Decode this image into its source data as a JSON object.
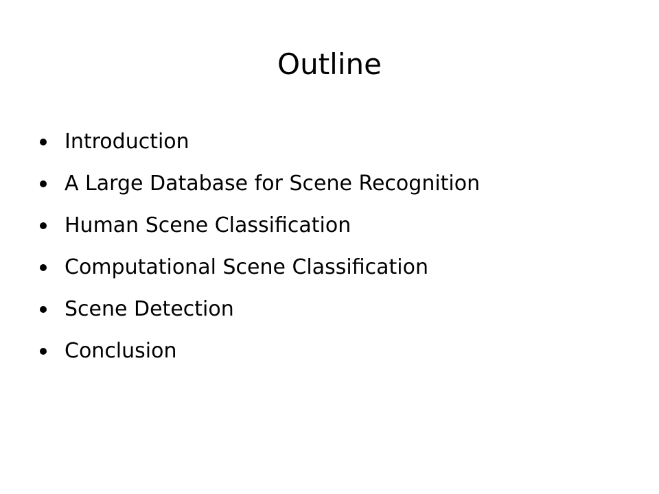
{
  "slide": {
    "title": "Outline",
    "items": [
      "Introduction",
      "A Large Database for Scene Recognition",
      "Human Scene Classification",
      "Computational Scene Classification",
      "Scene Detection",
      "Conclusion"
    ]
  }
}
